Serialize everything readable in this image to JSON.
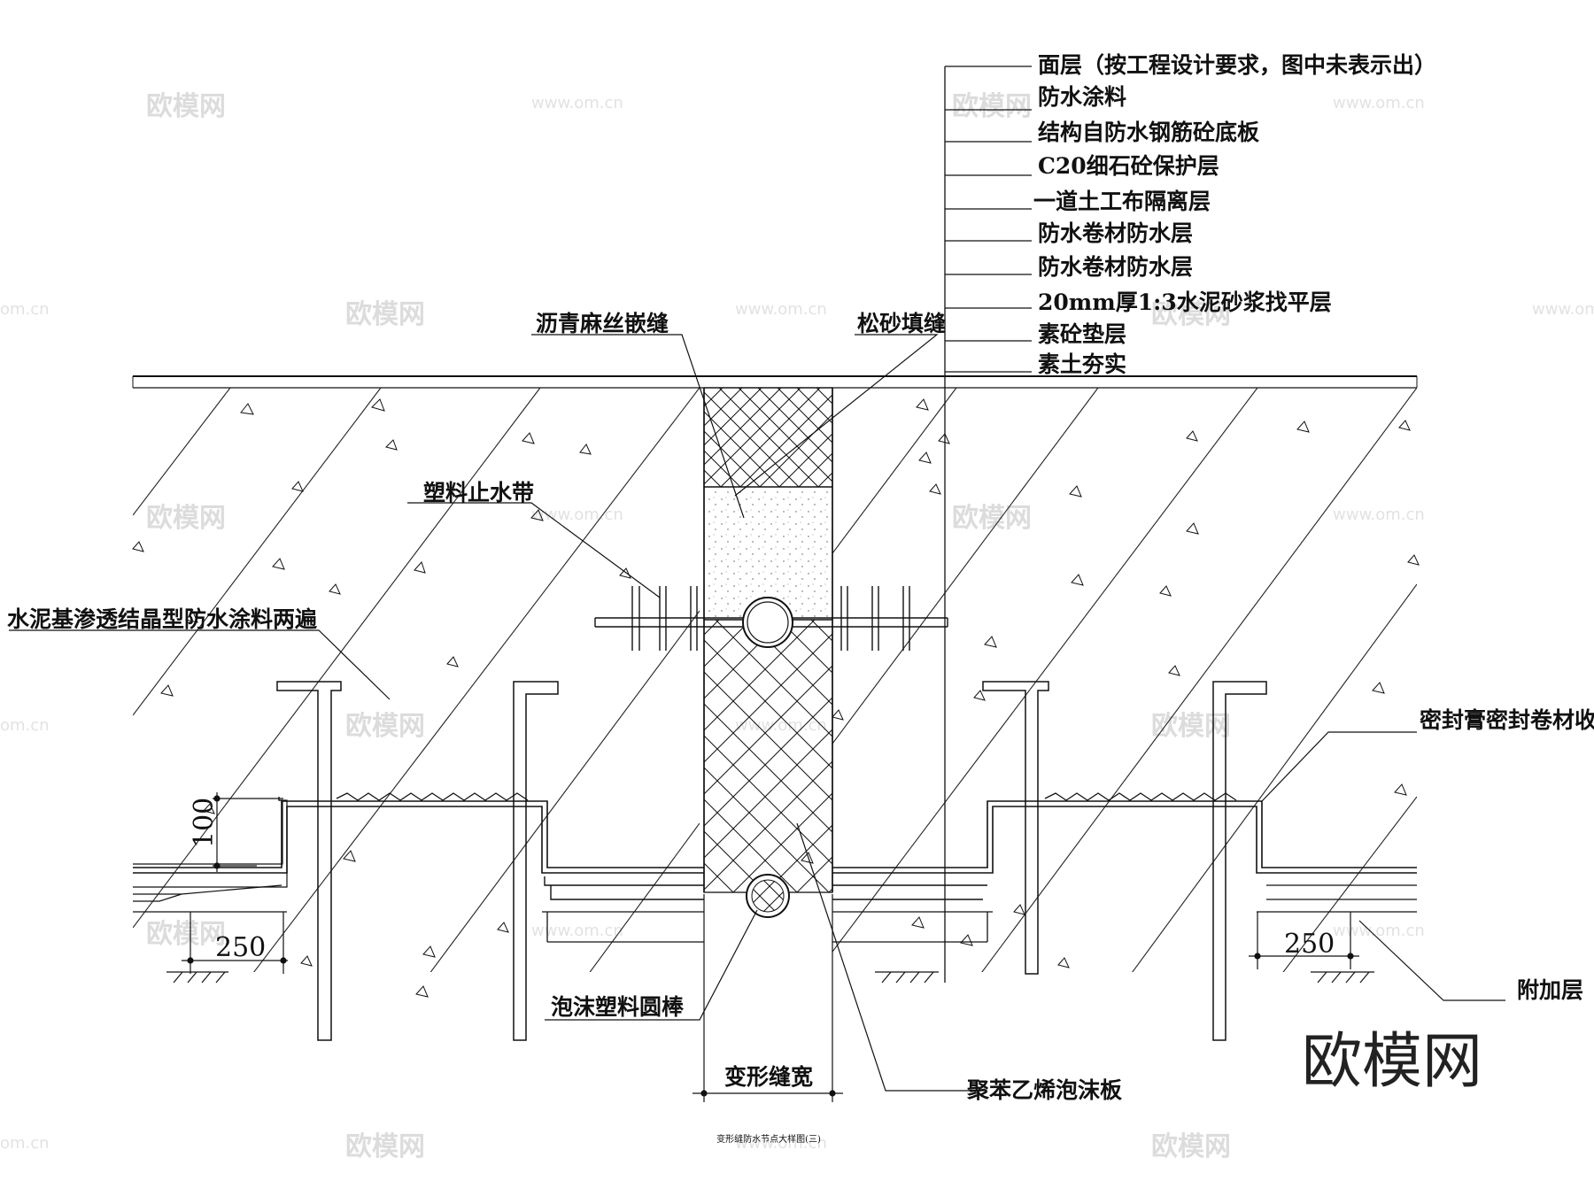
{
  "layer_stack": [
    "面层（按工程设计要求，图中未表示出）",
    "防水涂料",
    "结构自防水钢筋砼底板",
    "C20细石砼保护层",
    "一道土工布隔离层",
    "防水卷材防水层",
    "防水卷材防水层",
    "20mm厚1:3水泥砂浆找平层",
    "素砼垫层",
    "素土夯实"
  ],
  "callouts": {
    "asphalt_hemp": "沥青麻丝嵌缝",
    "loose_sand": "松砂填缝",
    "waterstop": "塑料止水带",
    "crystalline_coating": "水泥基渗透结晶型防水涂料两遍",
    "sealant_end": "密封膏密封卷材收头",
    "additional_layer": "附加层",
    "foam_rod": "泡沫塑料圆棒",
    "eps_board": "聚苯乙烯泡沫板",
    "joint_width": "变形缝宽"
  },
  "dimensions": {
    "step_height": "100",
    "left_width": "250",
    "right_width": "250"
  },
  "caption": "变形缝防水节点大样图(三)",
  "watermark": {
    "brand": "欧模网",
    "mark": "欧模网",
    "url": "www.om.cn",
    "url_short": "om.cn"
  }
}
